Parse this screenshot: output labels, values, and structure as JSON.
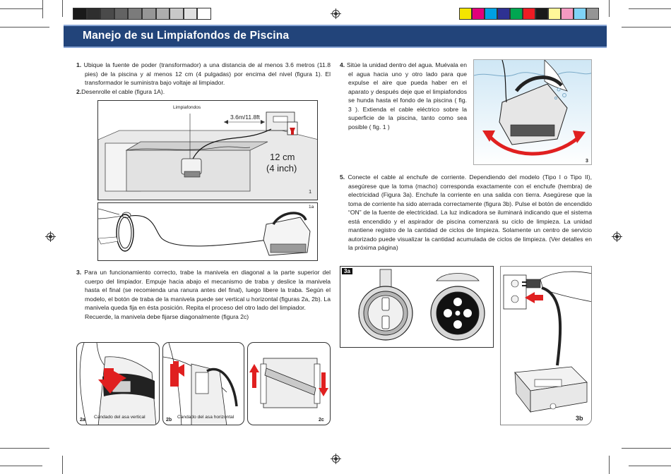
{
  "header": {
    "title": "Manejo de su Limpiafondos de Piscina",
    "bar_color": "#22447a"
  },
  "calibration": {
    "gray_swatches": [
      "#1a1a1a",
      "#2e2e2e",
      "#4a4a4a",
      "#636363",
      "#7b7b7b",
      "#969696",
      "#aeaeae",
      "#c8c8c8",
      "#e0e0e0",
      "#ffffff"
    ],
    "color_swatches": [
      "#f4e500",
      "#e2007a",
      "#00a0e3",
      "#2e3192",
      "#00a651",
      "#ed1c24",
      "#1a1a1a",
      "#fff799",
      "#f49ac1",
      "#7fd3f7",
      "#959595"
    ]
  },
  "steps": {
    "s1": {
      "num": "1.",
      "text": "Ubique la fuente de poder (transformador) a una distancia de al menos 3.6 metros (11.8 pies) de la piscina y al menos 12 cm (4 pulgadas) por encima del nivel (figura 1). El transformador le suministra bajo voltaje al limpiador."
    },
    "s2": {
      "num": "2.",
      "text": "Desenrolle el cable (figura 1A)."
    },
    "s3": {
      "num": "3.",
      "text": "Para un funcionamiento correcto, trabe la manivela en diagonal a la parte superior del cuerpo del limpiador. Empuje hacia abajo el mecanismo de traba y deslice la manivela hasta el final (se recomienda una ranura antes del final), luego libere la traba.  Según el modelo, el botón de traba de la manivela puede ser vertical u horizontal (figuras 2a, 2b). La manivela queda fija en ésta posición. Repita el proceso del otro lado del limpiador.",
      "note": "Recuerde, la manivela debe fijarse diagonalmente (figura 2c)"
    },
    "s4": {
      "num": "4.",
      "text": "Sitúe la unidad dentro del agua. Muévala en el agua hacia uno y otro lado para que expulse el aire que pueda haber en el aparato y después deje que el limpiafondos se hunda hasta el fondo de la piscina ( fig. 3 ). Extienda el cable eléctrico sobre la superficie de la piscina, tanto como sea posible ( fig. 1 )"
    },
    "s5": {
      "num": "5.",
      "text": "Conecte el cable al enchufe de corriente. Dependiendo del modelo (Tipo I o Tipo II), asegúrese que la toma (macho) corresponda exactamente con el enchufe (hembra) de electricidad (Figura 3a). Enchufe la corriente en una salida con tierra. Asegúrese que la toma de corriente ha sido aterrada correctamente (figura 3b). Pulse el botón de encendido “ON” de la fuente de electricidad. La luz indicadora se iluminará indicando que el sistema está encendido y el aspirador de piscina comenzará su ciclo de limpieza. La unidad mantiene registro de la cantidad de ciclos de limpieza. Solamente un centro de servicio autorizado puede visualizar la cantidad acumulada de ciclos de limpieza. (Ver detalles en la próxima página)"
    }
  },
  "figures": {
    "f1": {
      "label_cleaner": "Limpiafondos",
      "label_distance": "3.6m/11.8ft",
      "label_height_1": "12 cm",
      "label_height_2": "(4 inch)",
      "num": "1"
    },
    "f1a": {
      "num": "1a"
    },
    "f2a": {
      "num": "2a",
      "caption": "Candado del asa vertical"
    },
    "f2b": {
      "num": "2b",
      "caption": "Candado del asa horizontal"
    },
    "f2c": {
      "num": "2c"
    },
    "f3": {
      "num": "3"
    },
    "f3a": {
      "num": "3a"
    },
    "f3b": {
      "num": "3b"
    }
  }
}
